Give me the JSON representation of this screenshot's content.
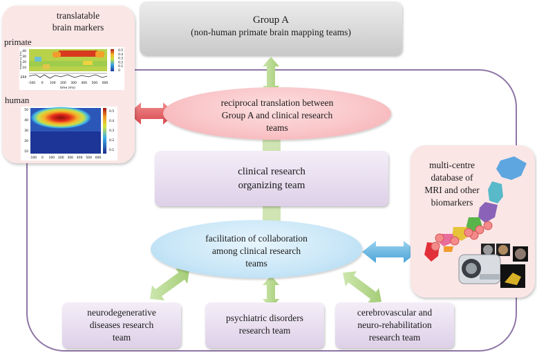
{
  "group_a": {
    "title": "Group A",
    "subtitle": "(non-human  primate  brain mapping teams)"
  },
  "markers": {
    "title": "translatable\nbrain markers",
    "primate_label": "primate",
    "human_label": "human",
    "primate_plot": {
      "y_ticks": [
        "40",
        "30",
        "20",
        "10"
      ],
      "x_ticks": [
        "-100",
        "0",
        "100",
        "200",
        "300",
        "400",
        "500",
        "600"
      ],
      "x_label": "time (ms)",
      "y_label": "frequency (Hz)",
      "erp_label": "ERP",
      "colorbar_ticks": [
        "0.5",
        "0.4",
        "0.3",
        "0.2",
        "0.1",
        "0"
      ]
    },
    "human_plot": {
      "y_ticks": [
        "50",
        "40",
        "30",
        "20",
        "10"
      ],
      "x_ticks": [
        "-100",
        "0",
        "100",
        "200",
        "300",
        "400",
        "500",
        "600"
      ],
      "colorbar_ticks": [
        "0.5",
        "0.4",
        "0.3",
        "0.2",
        "0.1"
      ]
    }
  },
  "ellipse_top": "reciprocal translation  between\nGroup A and clinical research\nteams",
  "clinical_box": "clinical research\norganizing team",
  "ellipse_bottom": "facilitation of collaboration\namong clinical research\nteams",
  "database": "multi-centre\ndatabase of\nMRI and other\nbiomarkers",
  "teams": [
    "neurodegenerative\ndiseases research\nteam",
    "psychiatric disorders\nresearch team",
    "cerebrovascular and\nneuro-rehabilitation\nresearch team"
  ],
  "colors": {
    "frame": "#8e75a6",
    "arrow_green": "#b2d488",
    "arrow_red": "#e8575c",
    "arrow_blue": "#6ab7e0",
    "ellipse_pink": "#f9c3c6",
    "ellipse_blue": "#c8e6f7"
  }
}
